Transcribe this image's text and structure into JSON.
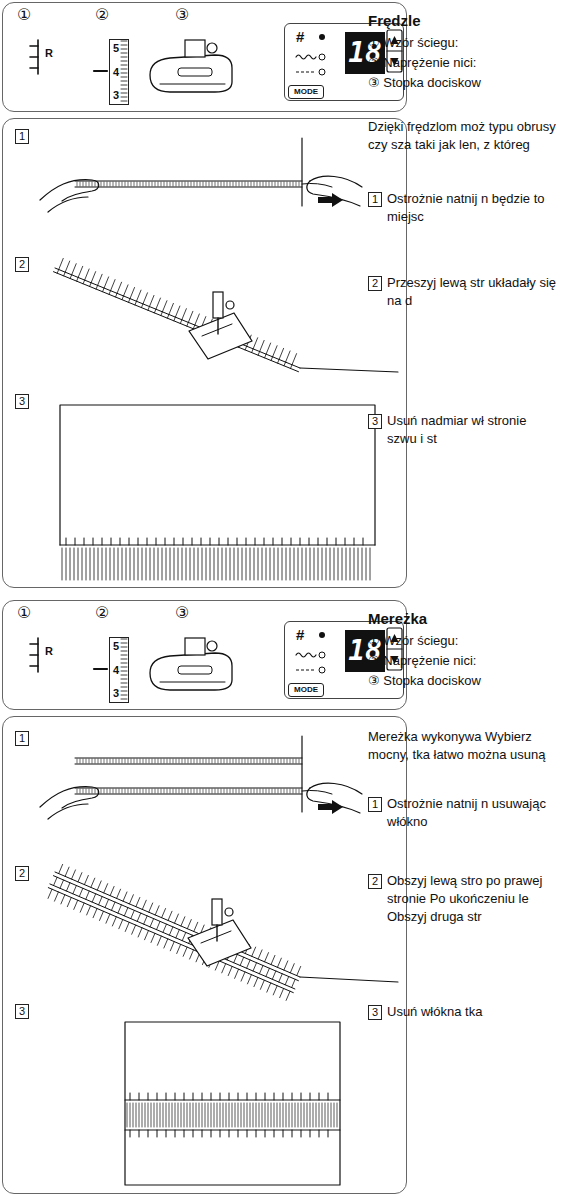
{
  "diagram": {
    "nodes": [
      {
        "text": [
          "①",
          "②",
          "③",
          "R"
        ]
      },
      {
        "text": [
          "5",
          "4",
          "3"
        ],
        "in": 0
      },
      {
        "text": [
          "#"
        ],
        "in": 0
      },
      {
        "text": [
          "MODE"
        ],
        "in": 2
      },
      {
        "text": [
          "18"
        ],
        "in": 2
      },
      {
        "text": []
      },
      {
        "text": [
          "1"
        ],
        "in": 5
      },
      {
        "text": [
          "2"
        ],
        "in": 5
      },
      {
        "text": [
          "3"
        ],
        "in": 5
      },
      {
        "text": [
          "1"
        ]
      },
      {
        "text": [
          "2"
        ]
      },
      {
        "text": [
          "3"
        ]
      },
      {
        "text": [
          "①",
          "②",
          "③",
          "R"
        ]
      },
      {
        "text": [
          "5",
          "4",
          "3"
        ],
        "in": 12
      },
      {
        "text": [
          "#"
        ],
        "in": 12
      },
      {
        "text": [
          "MODE"
        ],
        "in": 14
      },
      {
        "text": [
          "18"
        ],
        "in": 14
      },
      {
        "text": []
      },
      {
        "text": [
          "1"
        ],
        "in": 17
      },
      {
        "text": [
          "2"
        ],
        "in": 17
      },
      {
        "text": [
          "3"
        ],
        "in": 17
      },
      {
        "text": [
          "1"
        ]
      },
      {
        "text": [
          "2"
        ]
      },
      {
        "text": [
          "3"
        ]
      }
    ],
    "labels": [
      "Frędzle",
      "① Wzór ściegu:",
      "② Naprężenie nici:",
      "③ Stopka dociskow",
      "Dzięki frędzlom moż typu obrusy czy sza taki jak len, z któreg",
      "Ostrożnie natnij n będzie to miejsc",
      "Przeszyj lewą str układały się na d",
      "Usuń nadmiar wł stronie szwu i st",
      "Mereżka",
      "① Wzór ściegu:",
      "② Naprężenie nici:",
      "③ Stopka dociskow",
      "Mereżka wykonywa Wybierz mocny, tka łatwo można usuną",
      "Ostrożnie natnij n usuwając włókno",
      "Obszyj lewą stro po prawej stronie Po ukończeniu le Obszyj druga str",
      "Usuń włókna tka"
    ]
  }
}
